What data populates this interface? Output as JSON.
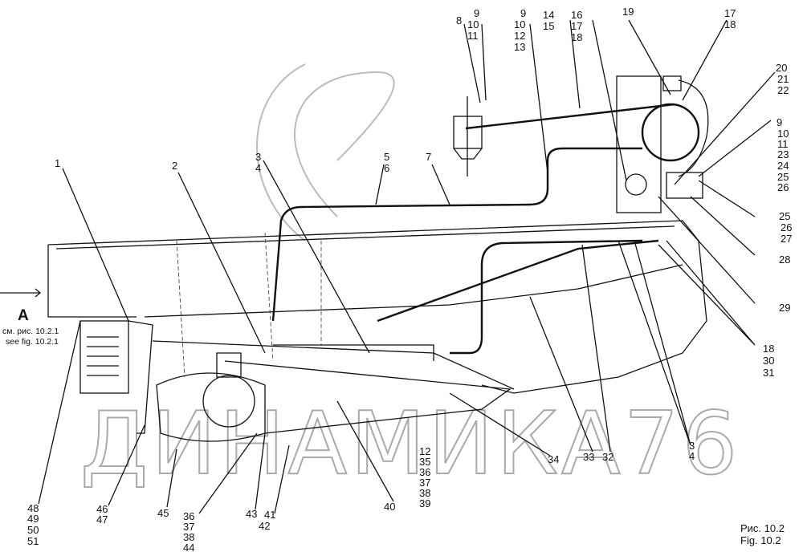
{
  "figure": {
    "caption_ru": "Рис. 10.2",
    "caption_en": "Fig. 10.2",
    "view_marker": "A",
    "see_ru": "см. рис. 10.2.1",
    "see_en": "see fig. 10.2.1",
    "watermark": "ДИНАМИКА76"
  },
  "callouts": {
    "c1": [
      "1"
    ],
    "c2": [
      "2"
    ],
    "c3": [
      "3",
      "4"
    ],
    "c5": [
      "5",
      "6"
    ],
    "c7": [
      "7"
    ],
    "c8": [
      "8"
    ],
    "c9a": [
      "9",
      "10",
      "11"
    ],
    "c9b": [
      "9",
      "10",
      "12",
      "13"
    ],
    "c14": [
      "14",
      "15"
    ],
    "c16": [
      "16",
      "17",
      "18"
    ],
    "c19": [
      "19"
    ],
    "c17": [
      "17",
      "18"
    ],
    "c20": [
      "20",
      "21",
      "22"
    ],
    "c9c": [
      "9",
      "10",
      "11",
      "23",
      "24",
      "25",
      "26"
    ],
    "c25": [
      "25",
      "26",
      "27"
    ],
    "c28": [
      "28"
    ],
    "c29": [
      "29"
    ],
    "c18": [
      "18",
      "30",
      "31"
    ],
    "c3b": [
      "3",
      "4"
    ],
    "c32": [
      "32"
    ],
    "c33": [
      "33"
    ],
    "c34": [
      "34"
    ],
    "c12": [
      "12",
      "35",
      "36",
      "37",
      "38",
      "39"
    ],
    "c40": [
      "40"
    ],
    "c41": [
      "41",
      "42"
    ],
    "c43": [
      "43"
    ],
    "c36": [
      "36",
      "37",
      "38",
      "44"
    ],
    "c45": [
      "45"
    ],
    "c46": [
      "46",
      "47"
    ],
    "c48": [
      "48",
      "49",
      "50",
      "51"
    ]
  }
}
